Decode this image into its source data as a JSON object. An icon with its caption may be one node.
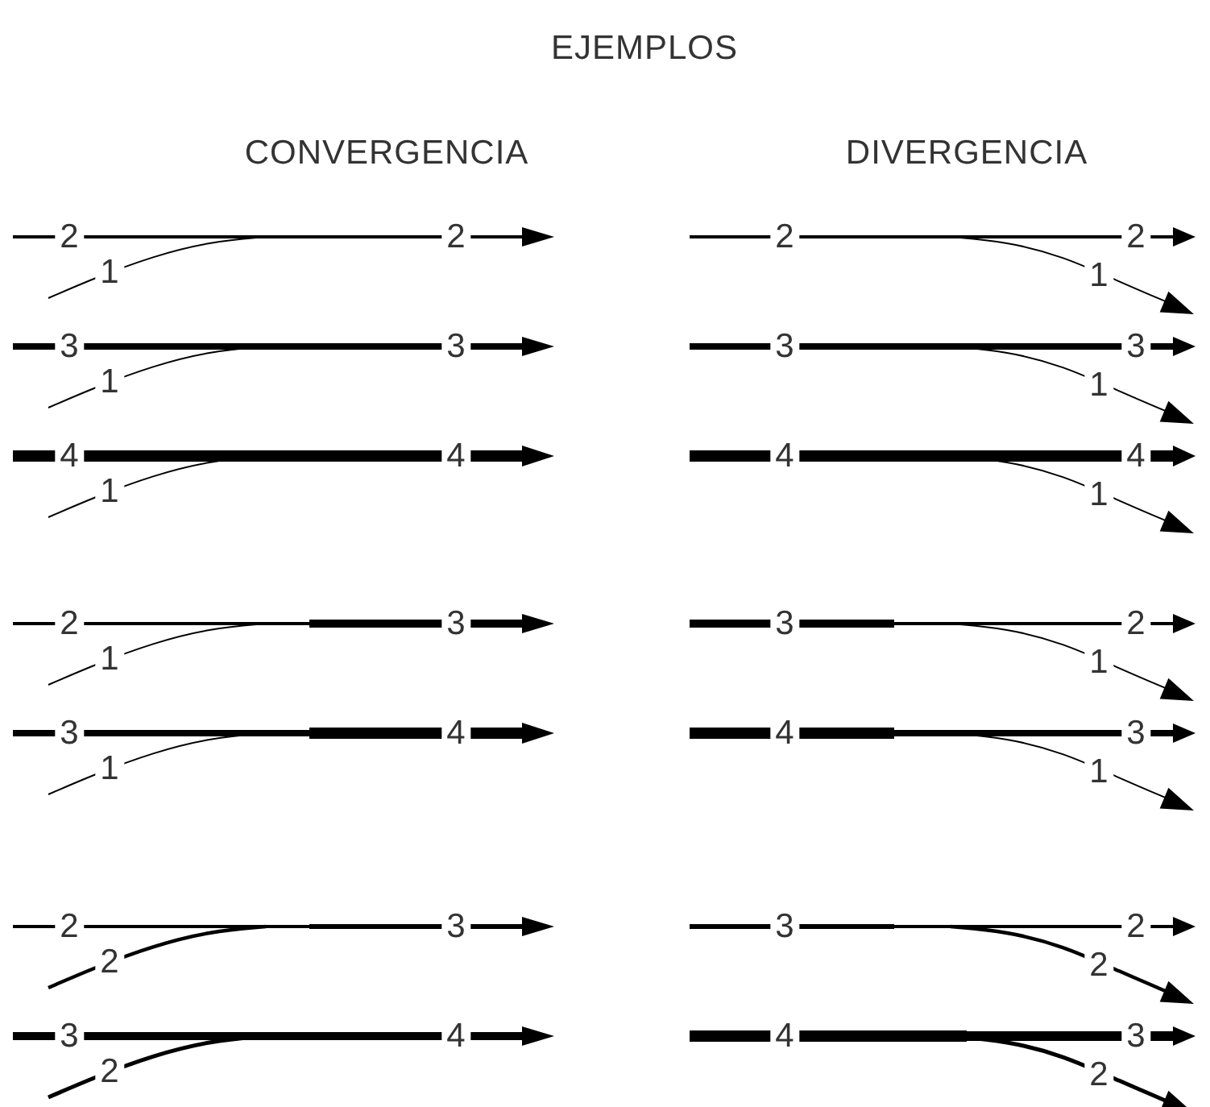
{
  "diagram": {
    "title": "EJEMPLOS",
    "labels": [
      "CONVERGENCIA",
      "DIVERGENCIA",
      "2",
      "2",
      "2",
      "2",
      "1",
      "1",
      "3",
      "3",
      "3",
      "3",
      "1",
      "1",
      "4",
      "4",
      "4",
      "4",
      "1",
      "1",
      "2",
      "3",
      "3",
      "2",
      "1",
      "1",
      "3",
      "4",
      "4",
      "3",
      "1",
      "1",
      "2",
      "3",
      "3",
      "2",
      "2",
      "2",
      "3",
      "4",
      "4",
      "3",
      "2",
      "2"
    ]
  }
}
